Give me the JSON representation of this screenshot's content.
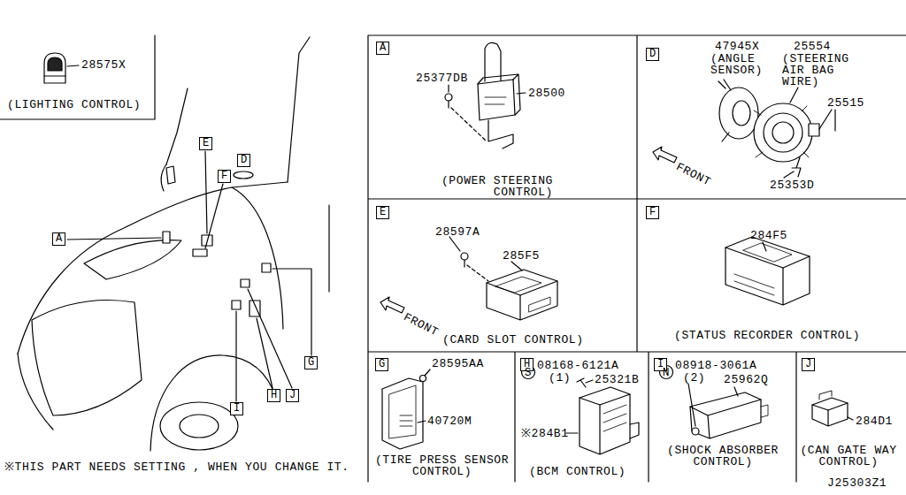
{
  "diagram": {
    "nodes": [
      {
        "text": [
          "A"
        ]
      },
      {
        "text": [
          "D"
        ]
      },
      {
        "text": [
          "E"
        ]
      },
      {
        "text": [
          "F"
        ]
      },
      {
        "text": [
          "G"
        ]
      },
      {
        "text": [
          "H"
        ]
      },
      {
        "text": [
          "I"
        ]
      },
      {
        "text": [
          "J"
        ]
      },
      {
        "text": [
          "E"
        ]
      },
      {
        "text": [
          "D"
        ]
      },
      {
        "text": [
          "F"
        ]
      },
      {
        "text": [
          "A"
        ]
      },
      {
        "text": [
          "G"
        ]
      },
      {
        "text": [
          "H"
        ]
      },
      {
        "text": [
          "J"
        ]
      },
      {
        "text": [
          "I"
        ]
      }
    ],
    "labels": [
      "28575X",
      "(LIGHTING CONTROL)",
      "25377DB",
      "28500",
      "(POWER STEERING CONTROL)",
      "47945X",
      "(ANGLE SENSOR)",
      "25554",
      "(STEERING AIR BAG WIRE)",
      "25515",
      "FRONT",
      "25353D",
      "28597A",
      "285F5",
      "FRONT",
      "(CARD SLOT CONTROL)",
      "284F5",
      "(STATUS RECORDER CONTROL)",
      "28595AA",
      "40720M",
      "(TIRE PRESS SENSOR CONTROL)",
      "S",
      "08168-6121A",
      "(1)",
      "25321B",
      "※284B1",
      "(BCM CONTROL)",
      "N",
      "08918-3061A",
      "(2)",
      "25962Q",
      "(SHOCK ABSORBER CONTROL)",
      "284D1",
      "(CAN GATE WAY CONTROL)",
      "※THIS PART NEEDS SETTING , WHEN YOU CHANGE IT.",
      "J25303Z1"
    ]
  }
}
